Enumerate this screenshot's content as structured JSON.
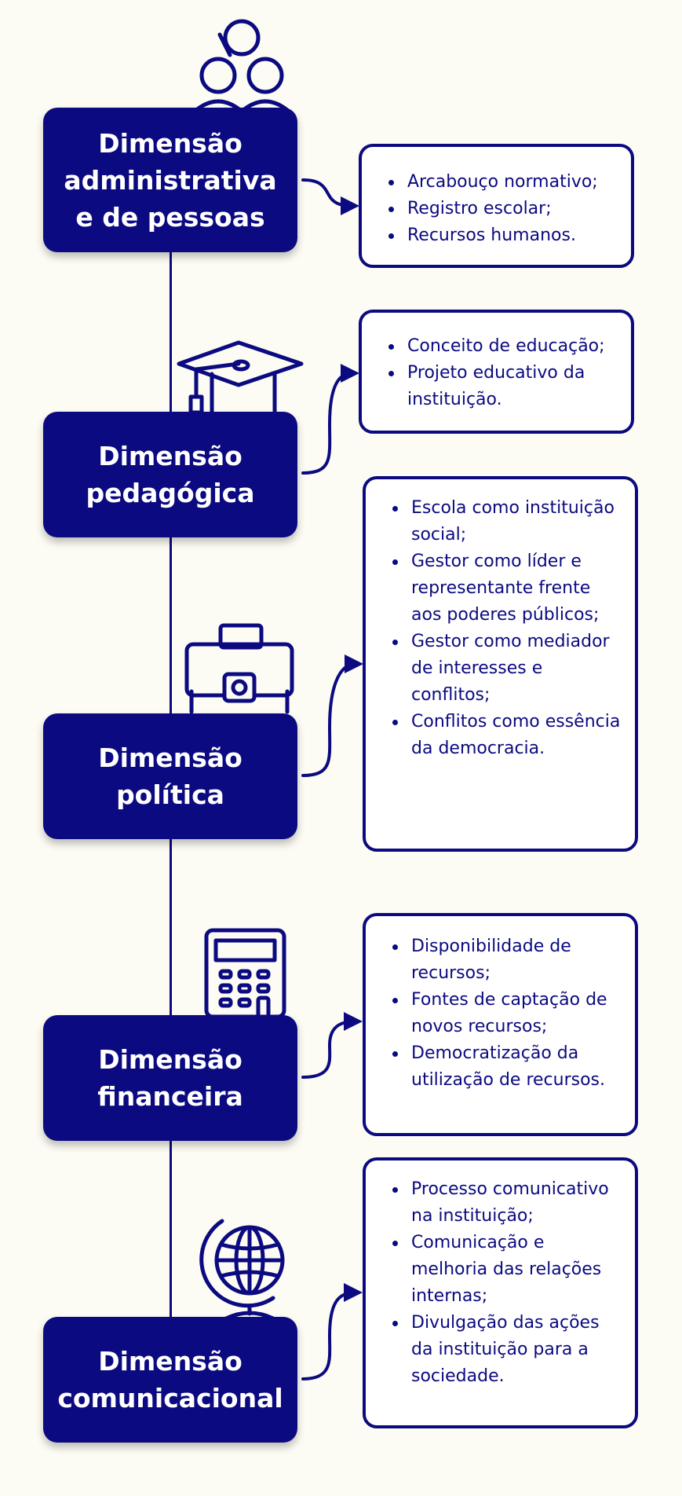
{
  "theme": {
    "navy": "#0b0a80",
    "background": "#fcfcf4",
    "box": "#ffffff"
  },
  "dimensions": [
    {
      "title": "Dimensão\nadministrativa\ne de pessoas",
      "icon": "people-icon",
      "items": [
        "Arcabouço normativo;",
        "Registro escolar;",
        "Recursos humanos."
      ]
    },
    {
      "title": "Dimensão\npedagógica",
      "icon": "graduation-cap-icon",
      "items": [
        "Conceito de educação;",
        "Projeto educativo da instituição."
      ]
    },
    {
      "title": "Dimensão\npolítica",
      "icon": "briefcase-icon",
      "items": [
        "Escola como instituição social;",
        "Gestor como líder e representante frente aos poderes públicos;",
        "Gestor como mediador de interesses e conflitos;",
        "Conflitos como essência da democracia."
      ]
    },
    {
      "title": "Dimensão\nfinanceira",
      "icon": "calculator-icon",
      "items": [
        "Disponibilidade de recursos;",
        "Fontes de captação de novos recursos;",
        "Democratização da utilização de recursos."
      ]
    },
    {
      "title": "Dimensão\ncomunicacional",
      "icon": "globe-icon",
      "items": [
        "Processo comunicativo na instituição;",
        "Comunicação e melhoria das relações internas;",
        "Divulgação das ações da instituição para a sociedade."
      ]
    }
  ]
}
